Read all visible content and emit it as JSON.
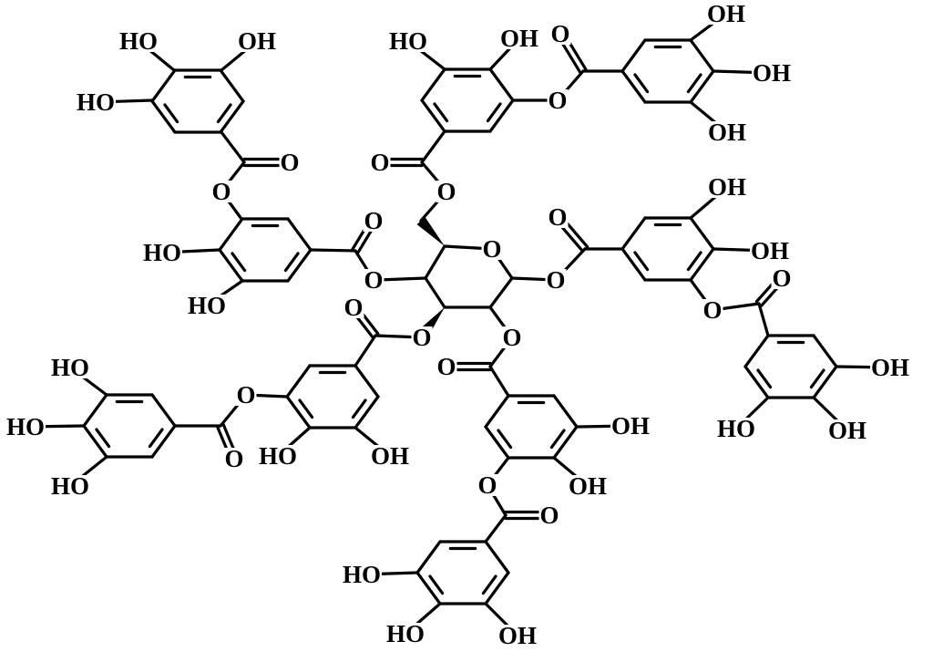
{
  "labels": [
    "HO",
    "OH",
    "HO",
    "O",
    "O",
    "HO",
    "HO",
    "O",
    "O",
    "HO",
    "OH",
    "O",
    "O",
    "O",
    "O",
    "O",
    "O",
    "OH",
    "OH",
    "OH",
    "O",
    "OH",
    "OH",
    "O",
    "O",
    "OH",
    "HO",
    "OH",
    "O",
    "O",
    "O",
    "OH",
    "OH",
    "O",
    "O",
    "HO",
    "HO",
    "OH",
    "O",
    "HO",
    "OH",
    "O",
    "O",
    "HO",
    "HO",
    "HO"
  ],
  "colors": {
    "ink": "#000000",
    "background": "#ffffff"
  }
}
